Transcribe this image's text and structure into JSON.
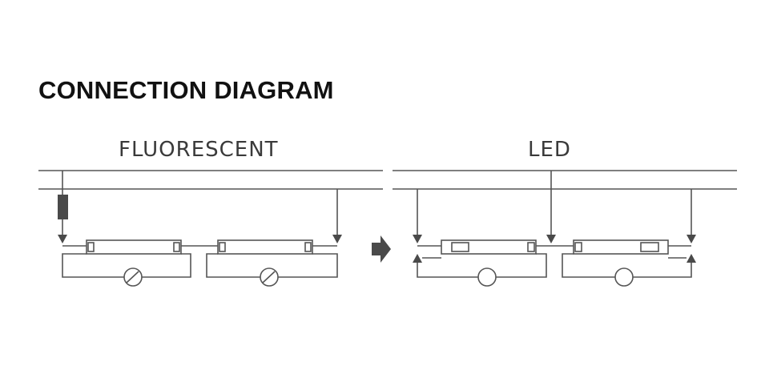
{
  "title": "CONNECTION DIAGRAM",
  "sections": {
    "fluorescent": {
      "label": "FLUORESCENT"
    },
    "led": {
      "label": "LED"
    }
  },
  "colors": {
    "line": "#555555",
    "ballast": "#4a4a4a",
    "arrow": "#4a4a4a",
    "text": "#111111"
  }
}
